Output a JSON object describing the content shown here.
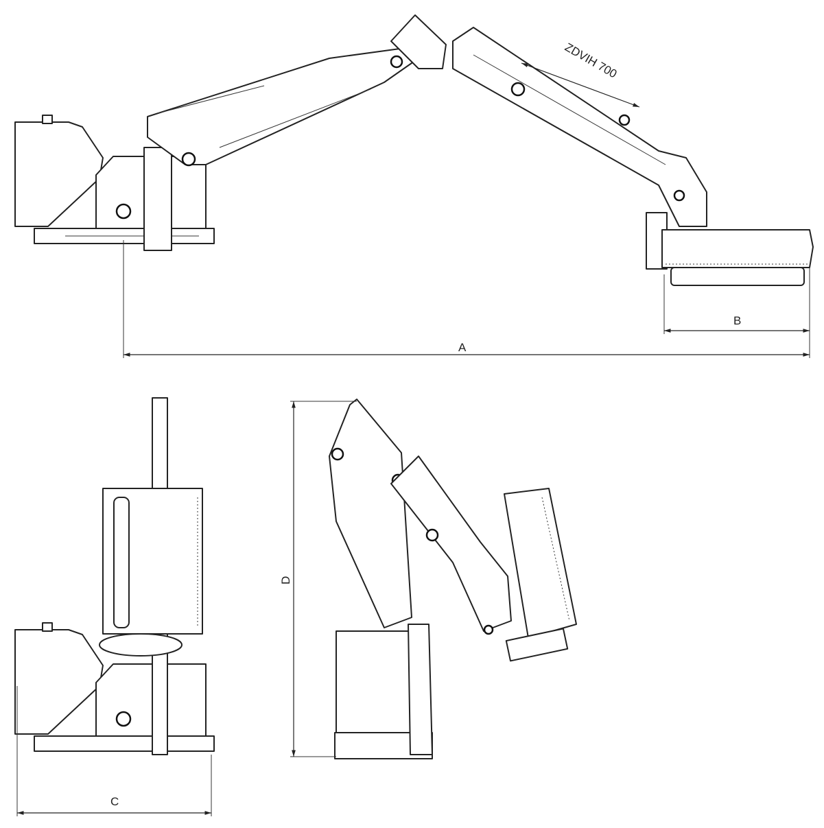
{
  "drawing": {
    "dimensions": {
      "a": "A",
      "b": "B",
      "c": "C",
      "d": "D"
    },
    "annotation": "ZDVIH 700"
  }
}
